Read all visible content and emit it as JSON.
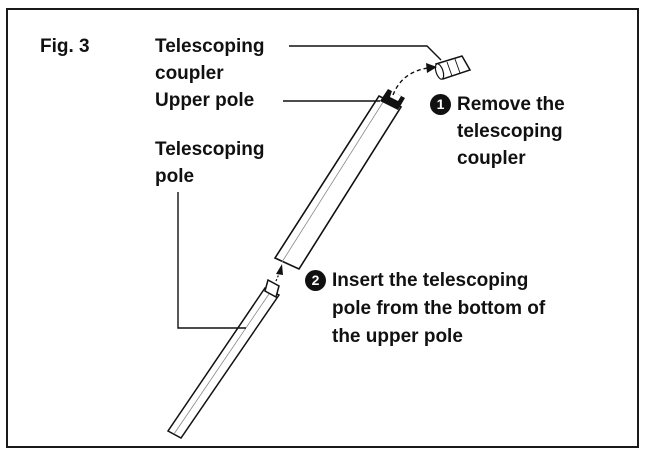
{
  "figure_label": "Fig. 3",
  "callouts": {
    "coupler_line1": "Telescoping",
    "coupler_line2": "coupler",
    "upper_pole": "Upper pole",
    "telescoping_pole_line1": "Telescoping",
    "telescoping_pole_line2": "pole"
  },
  "steps": [
    {
      "number": "1",
      "lines": [
        "Remove the",
        "telescoping",
        "coupler"
      ]
    },
    {
      "number": "2",
      "lines": [
        "Insert the telescoping",
        "pole from the bottom of",
        "the upper pole"
      ]
    }
  ],
  "colors": {
    "ink": "#111111",
    "background": "#ffffff"
  }
}
